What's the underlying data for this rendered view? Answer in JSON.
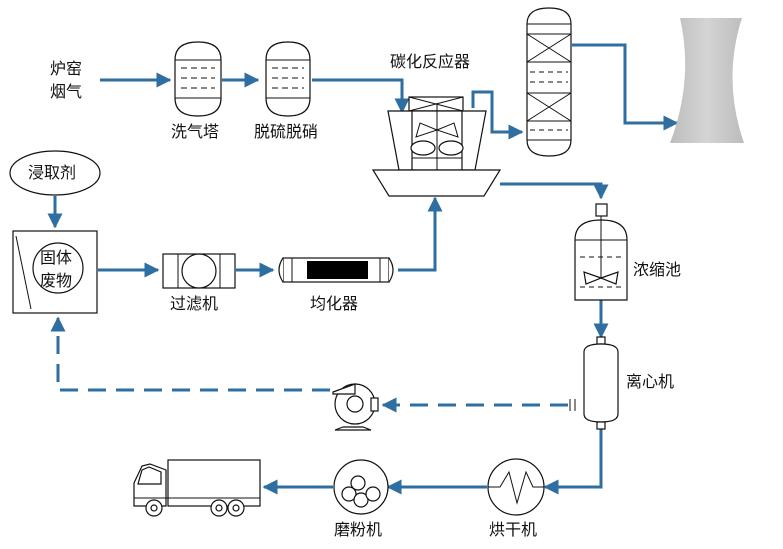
{
  "labels": {
    "flue_gas_line1": "炉窑",
    "flue_gas_line2": "烟气",
    "scrubber": "洗气塔",
    "desulfurization": "脱硫脱硝",
    "carbonation_reactor": "碳化反应器",
    "leaching_agent": "浸取剂",
    "solid_waste_line1": "固体",
    "solid_waste_line2": "废物",
    "filter": "过滤机",
    "homogenizer": "均化器",
    "thickener": "浓缩池",
    "centrifuge": "离心机",
    "dryer": "烘干机",
    "mill": "磨粉机"
  },
  "colors": {
    "flow_line": "#2e6ea0",
    "equipment_stroke": "#111111",
    "chimney_gray": "#c8c8c8"
  },
  "icons": [
    "cooling-tower-icon",
    "truck-icon",
    "pump-icon",
    "heat-exchanger-icon"
  ]
}
